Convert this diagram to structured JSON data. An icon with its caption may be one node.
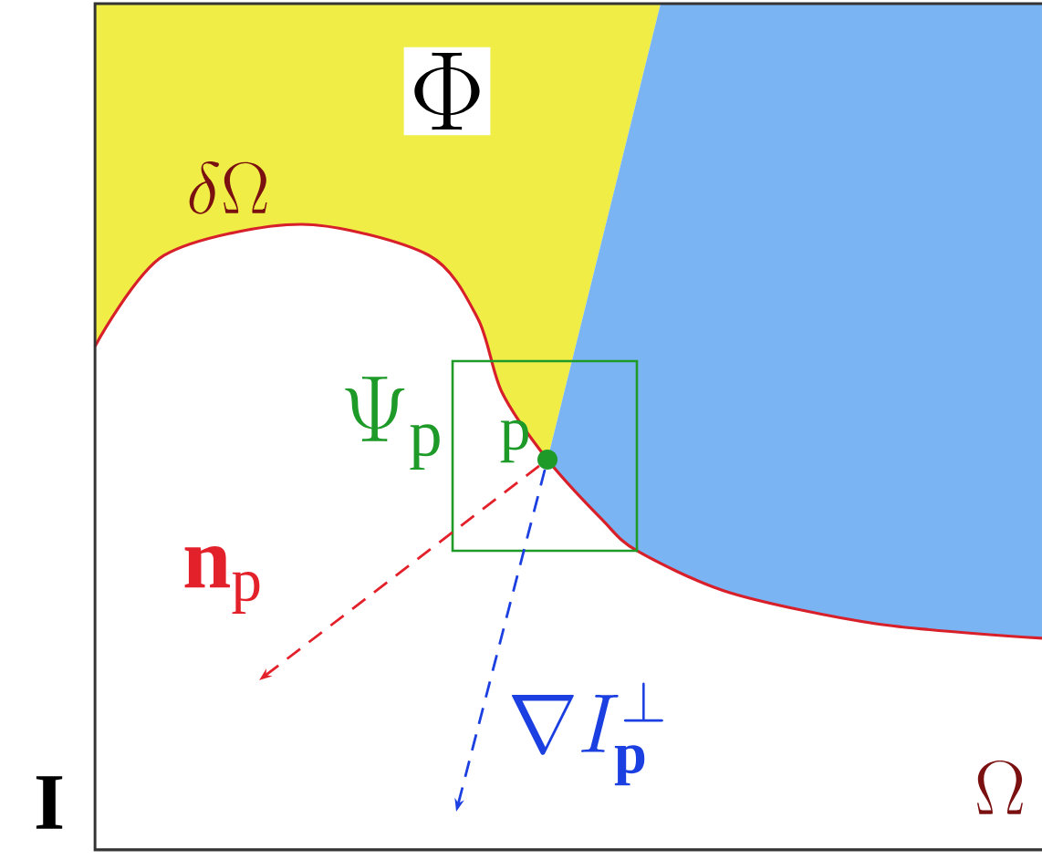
{
  "diagram": {
    "nodes": [
      {
        "text": [
          "\\Psi_{\\mathrm{p}}"
        ]
      },
      {
        "text": [],
        "shape": "circle",
        "in": 0,
        "beside": [
          "\\mathrm{p}"
        ]
      }
    ],
    "edges": [
      {
        "from": 1,
        "to": null,
        "arrow": "to",
        "label": "\\mathbf{n}_{\\mathrm{p}}",
        "style": "dashed",
        "color": "#e3212b"
      },
      {
        "from": 1,
        "to": null,
        "arrow": "to",
        "label": "\\nabla I_{\\mathbf{p}}^{\\perp}",
        "style": "dashed",
        "color": "#1b3fe0"
      }
    ],
    "labels": [
      "\\Phi",
      "\\delta\\Omega",
      "\\Omega",
      "\\mathbf{I}"
    ]
  }
}
